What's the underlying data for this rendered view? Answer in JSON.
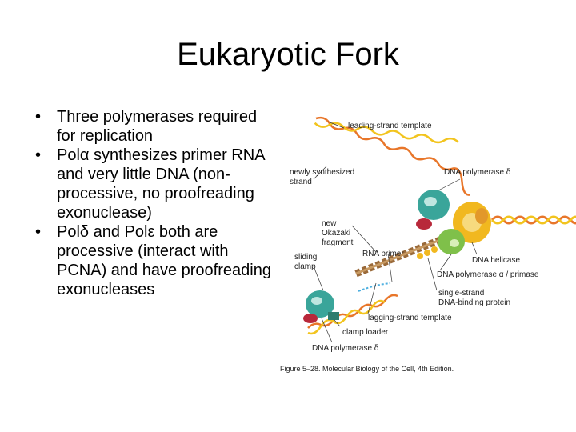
{
  "slide": {
    "title": "Eukaryotic Fork",
    "bullet_glyph": "•",
    "bullets": [
      {
        "parts": [
          "Three polymerases required for replication"
        ]
      },
      {
        "parts": [
          "Pol",
          "α",
          " synthesizes primer RNA and very little DNA (non-processive, no proofreading exonuclease)"
        ]
      },
      {
        "parts": [
          "Pol",
          "δ",
          " and Pol",
          "ε",
          " both are processive (interact with PCNA) and have proofreading exonucleases"
        ]
      }
    ]
  },
  "figure": {
    "labels": {
      "leading_strand_template": "leading-strand template",
      "newly_synthesized_1": "newly synthesized",
      "newly_synthesized_2": "strand",
      "dna_pol_delta_top": "DNA polymerase δ",
      "new_okazaki_1": "new",
      "new_okazaki_2": "Okazaki",
      "new_okazaki_3": "fragment",
      "rna_primer": "RNA primer",
      "sliding_clamp_1": "sliding",
      "sliding_clamp_2": "clamp",
      "dna_helicase": "DNA helicase",
      "dna_pol_alpha_primase": "DNA polymerase α / primase",
      "ssb_1": "single-strand",
      "ssb_2": "DNA-binding protein",
      "lagging_strand_template": "lagging-strand template",
      "clamp_loader": "clamp loader",
      "dna_pol_delta_bottom": "DNA polymerase δ"
    },
    "caption": "Figure 5–28. Molecular Biology of the Cell, 4th Edition.",
    "colors": {
      "dna_strand_orange": "#e8762a",
      "dna_strand_yellow": "#f2c41e",
      "lagging_strand_brown": "#9a6a3a",
      "polymerase_teal": "#3aa59a",
      "helicase_yellow": "#f1b81f",
      "primase_green": "#7fc04a",
      "clamp_red": "#b8283a",
      "rna_primer_blue": "#4fb0e0"
    }
  }
}
